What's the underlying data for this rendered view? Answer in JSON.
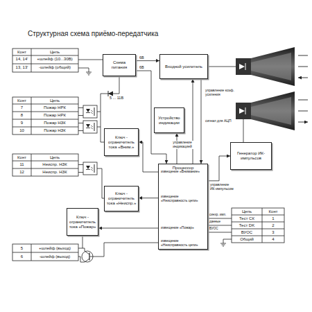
{
  "diagram": {
    "title": "Структурная схема приёмо-передатчика",
    "nodes": [
      {
        "text": [
          "Схема питания"
        ]
      },
      {
        "text": [
          "Входной усилитель"
        ]
      },
      {
        "text": [
          "Устройство индикации"
        ]
      },
      {
        "text": [
          "Ключ - ограничитель тока «Вним.»"
        ]
      },
      {
        "text": [
          "Процессор",
          "извещение «Внимание»",
          "извещение «Неисправность цепи»",
          "извещение «Пожар»",
          "извещение «Неисправность цепи»"
        ]
      },
      {
        "text": [
          "Генератор ИК-импульсов"
        ]
      },
      {
        "text": [
          "Ключ - ограничитель тока «Неиспр.»"
        ]
      },
      {
        "text": [
          "Ключ - ограничитель тока «Пожар»"
        ]
      }
    ],
    "edges": [
      {
        "from": 0,
        "to": 1,
        "label": "6В",
        "arrow": "to"
      },
      {
        "from": 0,
        "to": 4,
        "label": "6В",
        "arrow": "to"
      },
      {
        "from": 1,
        "to": 4,
        "label": "сигнал для АЦП",
        "arrow": "to"
      },
      {
        "from": 4,
        "to": 1,
        "label": "управление коэф. усиления",
        "arrow": "to"
      },
      {
        "from": 4,
        "to": 2,
        "label": "управление индикацией",
        "arrow": "to"
      },
      {
        "from": 4,
        "to": 5,
        "label": "управление ИК-импульсом",
        "arrow": "to"
      },
      {
        "from": 4,
        "to": 3,
        "arrow": "to"
      },
      {
        "from": 4,
        "to": 6,
        "arrow": "to"
      },
      {
        "from": 4,
        "to": 7,
        "arrow": "to"
      }
    ],
    "labels": [
      "Конт",
      "Цепь",
      "14, 14'",
      "+шлейф (10...30В)",
      "13, 13'",
      "-шлейф (общий)",
      "Конт",
      "Цепь",
      "7",
      "Пожар НРК",
      "8",
      "Пожар НРК",
      "9",
      "Пожар НЗК",
      "10",
      "Пожар НЗК",
      "Конт",
      "Цепь",
      "11",
      "Неиспр. НЗК",
      "12",
      "Неиспр. НЗК",
      "5",
      "+шлейф (выход)",
      "6",
      "-шлейф (выход)",
      "Цепь",
      "Конт",
      "Тест СК",
      "1",
      "Тест DK",
      "2",
      "ВУОС",
      "3",
      "Общий",
      "4",
      "5 ... 11В",
      "синхр. имп.",
      "данные",
      "ВУОС"
    ]
  }
}
